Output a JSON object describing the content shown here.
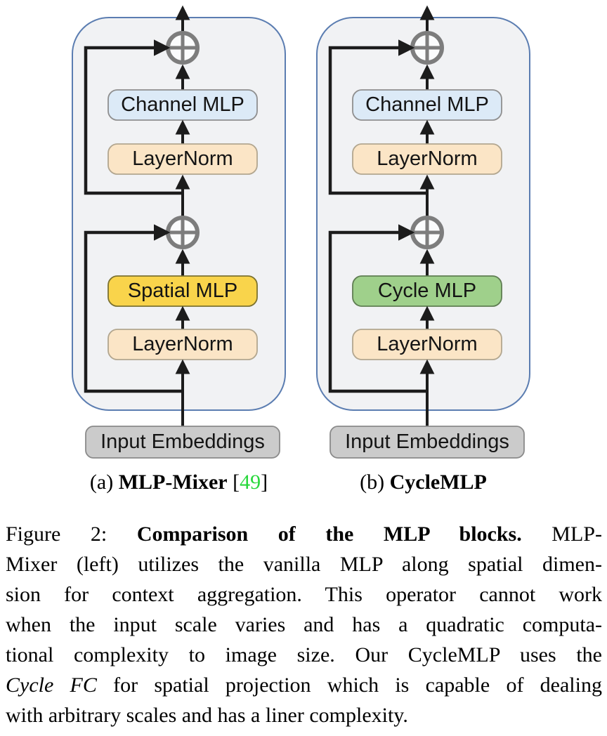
{
  "diagram": {
    "panel_a": {
      "channel_mlp_label": "Channel MLP",
      "layernorm_top_label": "LayerNorm",
      "token_mlp_label": "Spatial MLP",
      "layernorm_bottom_label": "LayerNorm",
      "input_label": "Input Embeddings",
      "caption": {
        "index": "(a) ",
        "name": "MLP-Mixer",
        "cite_open": " [",
        "cite_number": "49",
        "cite_close": "]"
      }
    },
    "panel_b": {
      "channel_mlp_label": "Channel MLP",
      "layernorm_top_label": "LayerNorm",
      "token_mlp_label": "Cycle MLP",
      "layernorm_bottom_label": "LayerNorm",
      "input_label": "Input Embeddings",
      "caption": {
        "index": "(b) ",
        "name": "CycleMLP"
      }
    },
    "colors": {
      "panel_fill": "#f1f2f4",
      "panel_border": "#5b7db1",
      "channel_mlp_fill": "#dceaf7",
      "layernorm_fill": "#fbe5c6",
      "spatial_mlp_fill": "#f9d44b",
      "cycle_mlp_fill": "#9fd08b",
      "input_fill": "#cbcbcb",
      "operator_gray": "#7d7d7d",
      "arrow_black": "#1c1c1c",
      "citation_green": "#28d83c"
    }
  },
  "figure_caption": {
    "line1_pre": "Figure 2: ",
    "line1_bold": "Comparison of the MLP blocks.",
    "line1_post": " MLP-",
    "line2": "Mixer (left) utilizes the vanilla MLP along spatial dimen-",
    "line3": "sion for context aggregation. This operator cannot work",
    "line4": "when the input scale varies and has a quadratic computa-",
    "line5": "tional complexity to image size. Our CycleMLP uses the",
    "line6_italic": "Cycle FC",
    "line6_rest": " for spatial projection which is capable of dealing",
    "line7": "with arbitrary scales and has a liner complexity."
  }
}
